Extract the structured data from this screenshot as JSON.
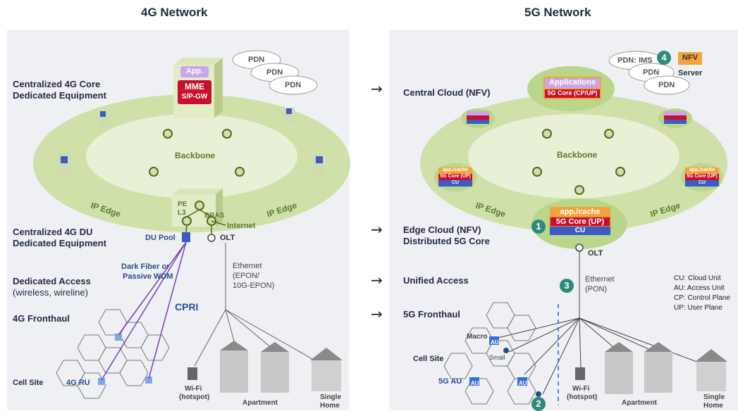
{
  "panels": {
    "left_title": "4G Network",
    "right_title": "5G Network"
  },
  "left": {
    "core_label_1": "Centralized 4G Core",
    "core_label_2": "Dedicated Equipment",
    "du_label_1": "Centralized 4G DU",
    "du_label_2": "Dedicated Equipment",
    "access_label_1": "Dedicated Access",
    "access_label_2": "(wireless, wireline)",
    "fronthaul_label": "4G Fronthaul",
    "cellsite_label": "Cell Site",
    "core_app": "App.",
    "core_mme": "MME",
    "core_gw": "S/P-GW",
    "pdn": [
      "PDN",
      "PDN",
      "PDN"
    ],
    "backbone": "Backbone",
    "ip_edge": "IP Edge",
    "pe": "PE",
    "l3": "L3",
    "bras": "BRAS",
    "internet": "Internet",
    "du_pool": "DU Pool",
    "olt": "OLT",
    "dark_fiber_1": "Dark Fiber or",
    "dark_fiber_2": "Passive WDM",
    "ethernet_1": "Ethernet",
    "ethernet_2": "(EPON/",
    "ethernet_3": "10G-EPON)",
    "cpri": "CPRI",
    "ru": "4G RU",
    "wifi_1": "Wi-Fi",
    "wifi_2": "(hotspot)",
    "apartment": "Apartment",
    "single_1": "Single",
    "single_2": "Home"
  },
  "middle": {
    "arrow": "→",
    "central_cloud": "Central Cloud (NFV)",
    "edge_cloud_1": "Edge Cloud (NFV)",
    "edge_cloud_2": "Distributed 5G Core",
    "unified_access": "Unified Access",
    "fronthaul": "5G Fronthaul",
    "cellsite_label": "Cell Site"
  },
  "right": {
    "pdn_ims": "PDN: IMS",
    "pdn": [
      "PDN",
      "PDN"
    ],
    "nfv": "NFV",
    "server": "Server",
    "applications": "Applications",
    "core_cp_up": "5G Core (CP/UP)",
    "app_cache": "app./cache",
    "core_up": "5G Core (UP)",
    "cu": "CU",
    "backbone": "Backbone",
    "ip_edge": "IP Edge",
    "olt": "OLT",
    "ethernet_1": "Ethernet",
    "ethernet_2": "(PON)",
    "macro": "Macro",
    "small": "Small",
    "au": "AU",
    "au5g": "5G AU",
    "wifi_1": "Wi-Fi",
    "wifi_2": "(hotspot)",
    "apartment": "Apartment",
    "single_1": "Single",
    "single_2": "Home",
    "badges": [
      "1",
      "2",
      "3",
      "4"
    ],
    "legend": [
      "CU: Cloud Unit",
      "AU: Access Unit",
      "CP: Control Plane",
      "UP: User Plane"
    ]
  },
  "colors": {
    "panel_bg": "#eef0f3",
    "ellipse_outer": "#cfe0a8",
    "ellipse_inner": "#e8f0d6",
    "core_red": "#c8102e",
    "core_purple": "#c9a6e8",
    "cache_orange": "#f3a33a",
    "cu_blue": "#3a5cc4",
    "cpri_purple": "#7a3fb5",
    "badge": "#2f8a7a"
  }
}
